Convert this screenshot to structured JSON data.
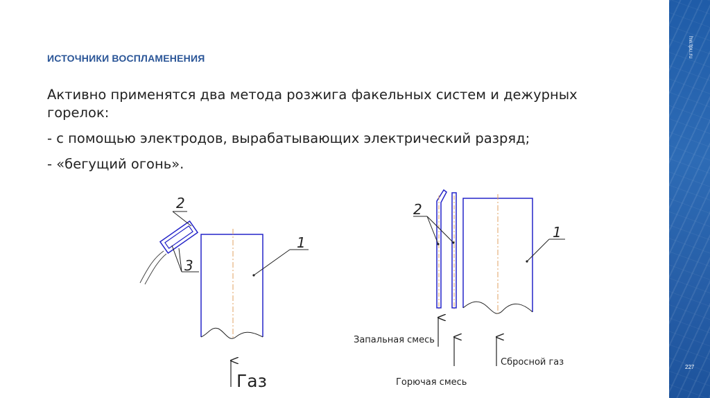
{
  "slide": {
    "title": "ИСТОЧНИКИ ВОСПЛАМЕНЕНИЯ",
    "paragraphs": [
      "Активно применятся два метода розжига факельных систем и дежурных горелок:",
      "- с помощью электродов, вырабатывающих электрический разряд;",
      "- «бегущий огонь»."
    ],
    "side_url": "hw.tpu.ru",
    "page_number": "227"
  },
  "figure_left": {
    "label_1": "1",
    "label_2": "2",
    "label_3": "3",
    "gas_label": "Газ"
  },
  "figure_right": {
    "label_1": "1",
    "label_2": "2",
    "ignition_mix": "Запальная смесь",
    "combustible_mix": "Горючая смесь",
    "discharge_gas": "Сбросной газ"
  },
  "colors": {
    "accent": "#2a5597",
    "drawing_blue": "#2323c8",
    "axis_orange": "#e0a060",
    "sidebar": "#2563ad"
  }
}
